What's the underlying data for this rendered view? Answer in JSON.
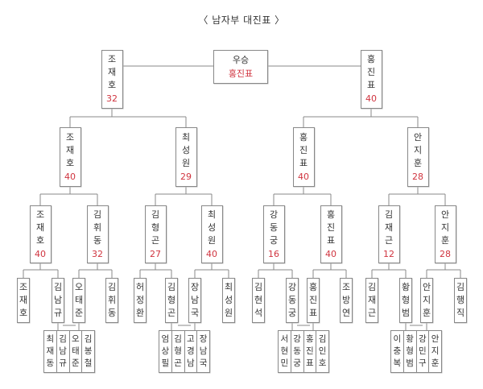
{
  "title": "〈 남자부 대진표 〉",
  "final": {
    "label": "우승",
    "champion": "홍진표"
  },
  "round1": [
    {
      "name": "조재호",
      "score": "32"
    },
    {
      "name": "홍진표",
      "score": "40"
    }
  ],
  "round2": [
    {
      "name": "조재호",
      "score": "40"
    },
    {
      "name": "최성원",
      "score": "29"
    },
    {
      "name": "홍진표",
      "score": "40"
    },
    {
      "name": "안지훈",
      "score": "28"
    }
  ],
  "round3": [
    {
      "name": "조재호",
      "score": "40"
    },
    {
      "name": "김휘동",
      "score": "32"
    },
    {
      "name": "김형곤",
      "score": "27"
    },
    {
      "name": "최성원",
      "score": "40"
    },
    {
      "name": "강동궁",
      "score": "16"
    },
    {
      "name": "홍진표",
      "score": "40"
    },
    {
      "name": "김재근",
      "score": "12"
    },
    {
      "name": "안지훈",
      "score": "28"
    }
  ],
  "round4": [
    {
      "name": "조재호"
    },
    {
      "name": "김남규"
    },
    {
      "name": "오태준"
    },
    {
      "name": "김휘동"
    },
    {
      "name": "허정환"
    },
    {
      "name": "김형곤"
    },
    {
      "name": "장남국"
    },
    {
      "name": "최성원"
    },
    {
      "name": "김현석"
    },
    {
      "name": "강동궁"
    },
    {
      "name": "홍진표"
    },
    {
      "name": "조방연"
    },
    {
      "name": "김재근"
    },
    {
      "name": "황형범"
    },
    {
      "name": "안지훈"
    },
    {
      "name": "김행직"
    }
  ],
  "groups": [
    {
      "names": [
        "최재동",
        "김남규",
        "오태준",
        "김봉철"
      ]
    },
    {
      "names": [
        "엄상필",
        "김형곤",
        "고경남",
        "장남국"
      ]
    },
    {
      "names": [
        "서현민",
        "강동궁",
        "홍진표",
        "김인호"
      ]
    },
    {
      "names": [
        "이충복",
        "황형범",
        "강민구",
        "안지훈"
      ]
    }
  ]
}
